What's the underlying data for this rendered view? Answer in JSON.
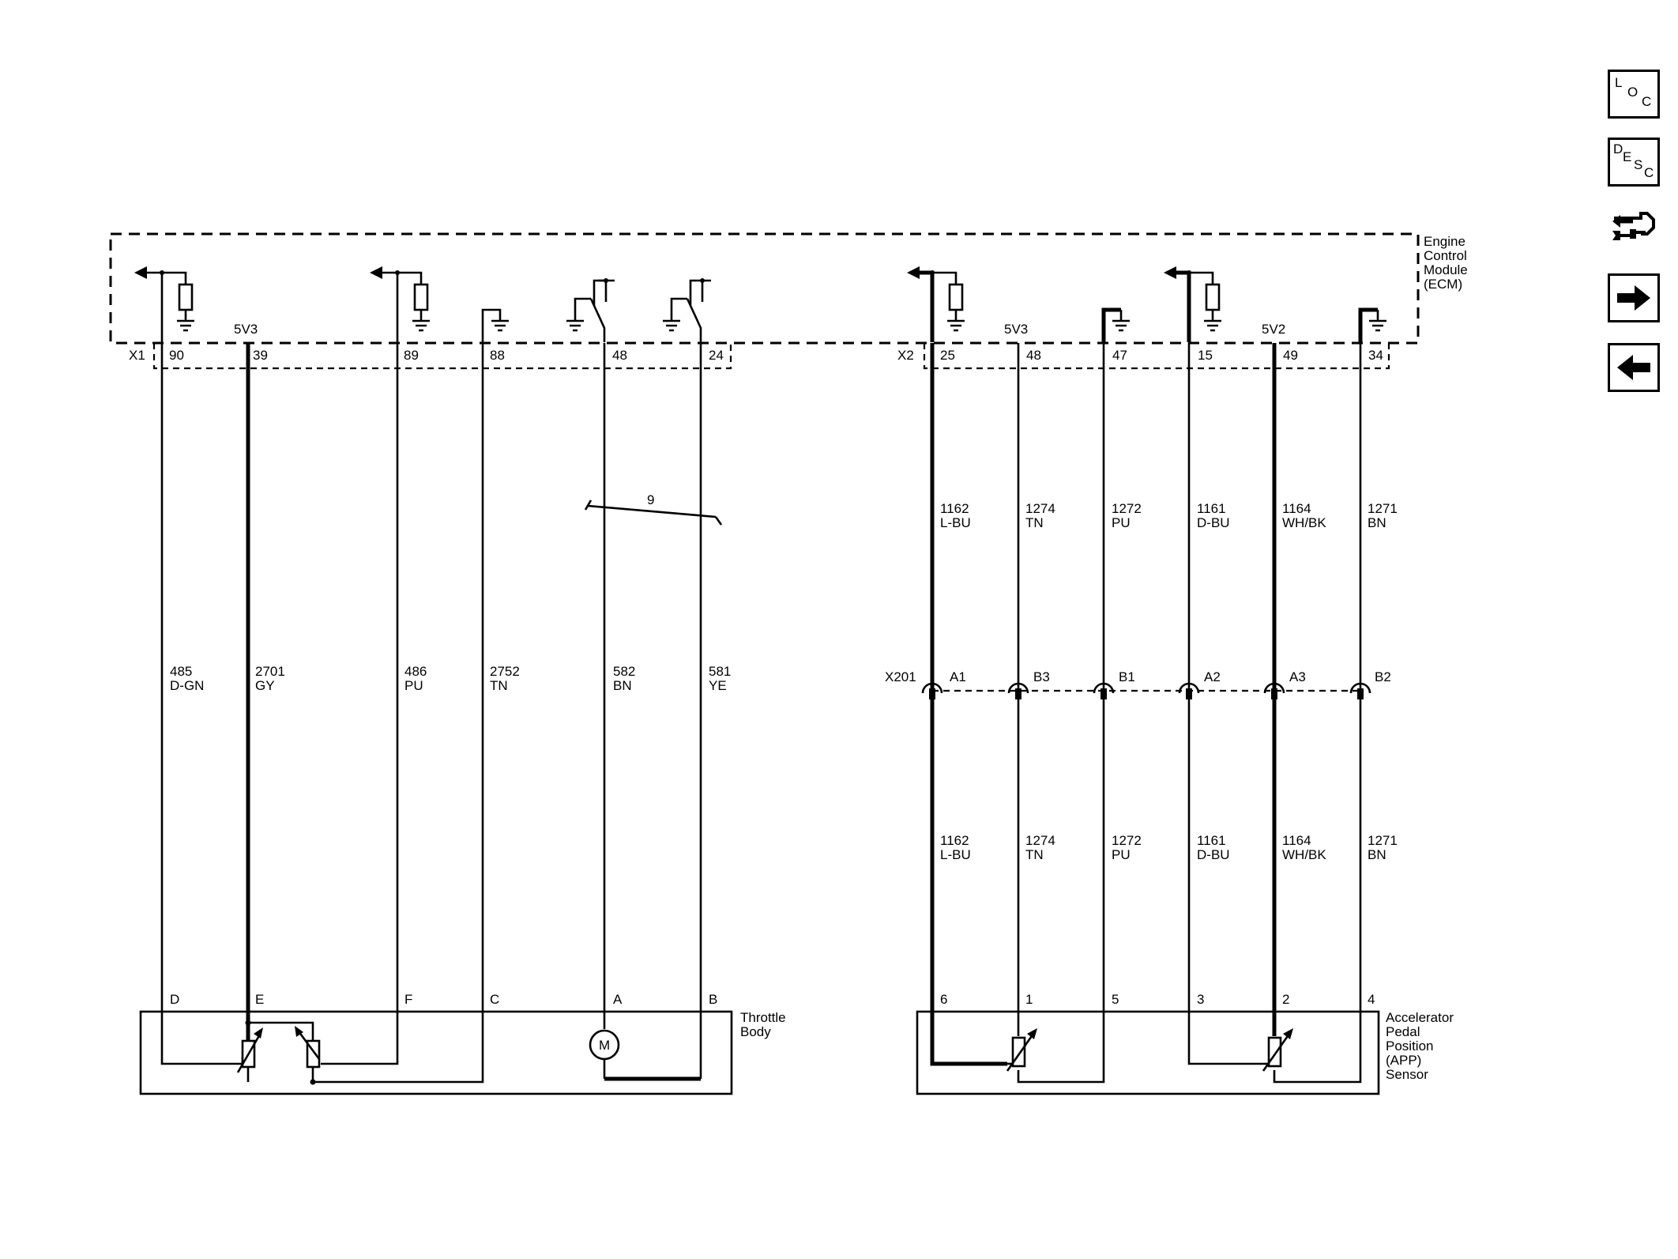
{
  "ecm": {
    "title_lines": [
      "Engine",
      "Control",
      "Module",
      "(ECM)"
    ],
    "x1_label": "X1",
    "x2_label": "X2",
    "v1_label": "5V3",
    "v2_label": "5V3",
    "v3_label": "5V2"
  },
  "x1_pins": [
    "90",
    "39",
    "89",
    "88",
    "48",
    "24"
  ],
  "x2_pins": [
    "25",
    "48",
    "47",
    "15",
    "49",
    "34"
  ],
  "tb_wires": [
    {
      "circuit": "485",
      "color": "D-GN"
    },
    {
      "circuit": "2701",
      "color": "GY"
    },
    {
      "circuit": "486",
      "color": "PU"
    },
    {
      "circuit": "2752",
      "color": "TN"
    },
    {
      "circuit": "582",
      "color": "BN"
    },
    {
      "circuit": "581",
      "color": "YE"
    }
  ],
  "twist_label": "9",
  "app_wires": [
    {
      "circuit": "1162",
      "color": "L-BU"
    },
    {
      "circuit": "1274",
      "color": "TN"
    },
    {
      "circuit": "1272",
      "color": "PU"
    },
    {
      "circuit": "1161",
      "color": "D-BU"
    },
    {
      "circuit": "1164",
      "color": "WH/BK"
    },
    {
      "circuit": "1271",
      "color": "BN"
    }
  ],
  "x201": {
    "label": "X201",
    "pins": [
      "A1",
      "B3",
      "B1",
      "A2",
      "A3",
      "B2"
    ]
  },
  "throttle_body": {
    "name_lines": [
      "Throttle",
      "Body"
    ],
    "pins": [
      "D",
      "E",
      "F",
      "C",
      "A",
      "B"
    ],
    "motor_label": "M"
  },
  "app_sensor": {
    "name_lines": [
      "Accelerator",
      "Pedal",
      "Position",
      "(APP)",
      "Sensor"
    ],
    "pins": [
      "6",
      "1",
      "5",
      "3",
      "2",
      "4"
    ]
  },
  "nav": {
    "loc": [
      "L",
      "O",
      "C"
    ],
    "desc": [
      "D",
      "E",
      "S",
      "C"
    ]
  }
}
